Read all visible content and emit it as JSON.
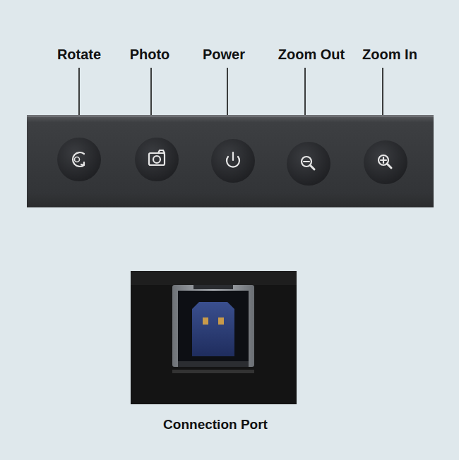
{
  "diagram": {
    "labels": [
      "Rotate",
      "Photo",
      "Power",
      "Zoom Out",
      "Zoom In",
      "Connection Port"
    ]
  }
}
